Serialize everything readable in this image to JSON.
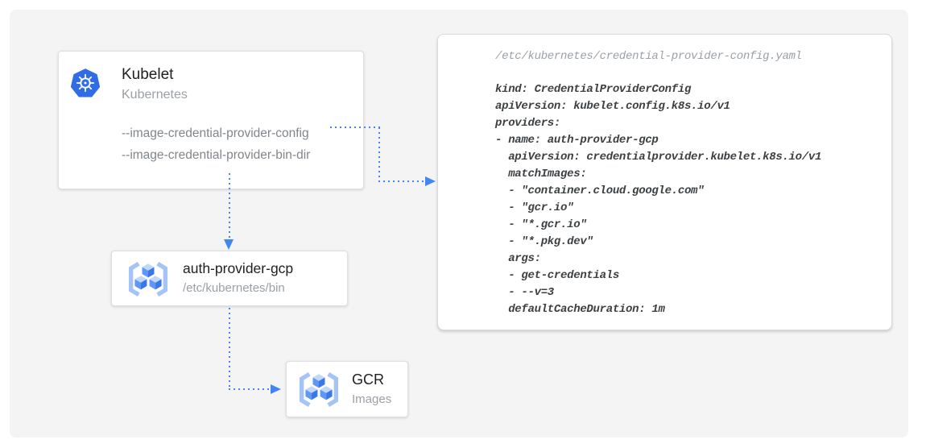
{
  "colors": {
    "arrow_blue": "#4285f4",
    "kubernetes_blue": "#326ce5",
    "canvas_bg": "#f4f4f5",
    "node_bg": "#ffffff",
    "muted_text": "#9aa0a6",
    "flag_text": "#80868b",
    "code_text": "#3c4043",
    "code_path_text": "#9aa0a6"
  },
  "nodes": {
    "kubelet": {
      "title": "Kubelet",
      "subtitle": "Kubernetes",
      "icon": "kubernetes-icon",
      "flags": [
        "--image-credential-provider-config",
        "--image-credential-provider-bin-dir"
      ]
    },
    "auth_provider_gcp": {
      "title": "auth-provider-gcp",
      "subtitle": "/etc/kubernetes/bin",
      "icon": "container-registry-icon"
    },
    "gcr": {
      "title": "GCR",
      "subtitle": "Images",
      "icon": "container-registry-icon"
    }
  },
  "code_panel": {
    "file_path": "/etc/kubernetes/credential-provider-config.yaml",
    "code_lines": [
      "kind: CredentialProviderConfig",
      "apiVersion: kubelet.config.k8s.io/v1",
      "providers:",
      "- name: auth-provider-gcp",
      "  apiVersion: credentialprovider.kubelet.k8s.io/v1",
      "  matchImages:",
      "  - \"container.cloud.google.com\"",
      "  - \"gcr.io\"",
      "  - \"*.gcr.io\"",
      "  - \"*.pkg.dev\"",
      "  args:",
      "  - get-credentials",
      "  - --v=3",
      "  defaultCacheDuration: 1m"
    ]
  },
  "connections": [
    {
      "from": "kubelet --image-credential-provider-config flag",
      "to": "credential-provider-config.yaml panel",
      "style": "dotted-blue-arrow"
    },
    {
      "from": "kubelet",
      "to": "auth-provider-gcp",
      "style": "dotted-blue-arrow"
    },
    {
      "from": "auth-provider-gcp",
      "to": "gcr",
      "style": "dotted-blue-arrow"
    }
  ]
}
